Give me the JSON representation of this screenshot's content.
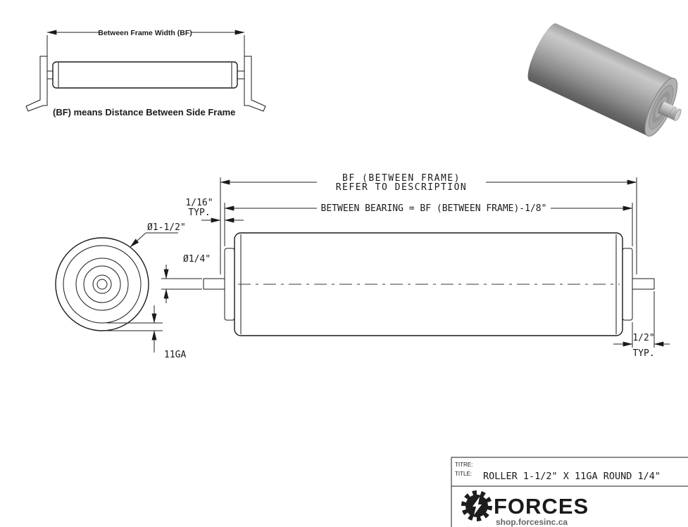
{
  "inset": {
    "dim_label": "Between Frame Width (BF)",
    "caption": "(BF) means Distance Between Side Frame"
  },
  "main": {
    "bf_line1": "BF (BETWEEN FRAME)",
    "bf_line2": "REFER TO DESCRIPTION",
    "between_bearing": "BETWEEN BEARING = BF (BETWEEN FRAME)-1/8\"",
    "gap_dim": "1/16\"",
    "gap_typ": "TYP.",
    "roller_dia": "Ø1-1/2\"",
    "shaft_dia": "Ø1/4\"",
    "wall_gauge": "11GA",
    "shaft_ext": "1/2\"",
    "shaft_ext_typ": "TYP."
  },
  "title_block": {
    "titre_label": "TITRE:",
    "title_label": "TITLE:",
    "drawing_title": "ROLLER 1-1/2\" X 11GA ROUND 1/4\"",
    "brand": "FORCES",
    "website": "shop.forcesinc.ca"
  },
  "colors": {
    "line": "#1a1a1a",
    "roller_gray": "#9a9a9a"
  }
}
